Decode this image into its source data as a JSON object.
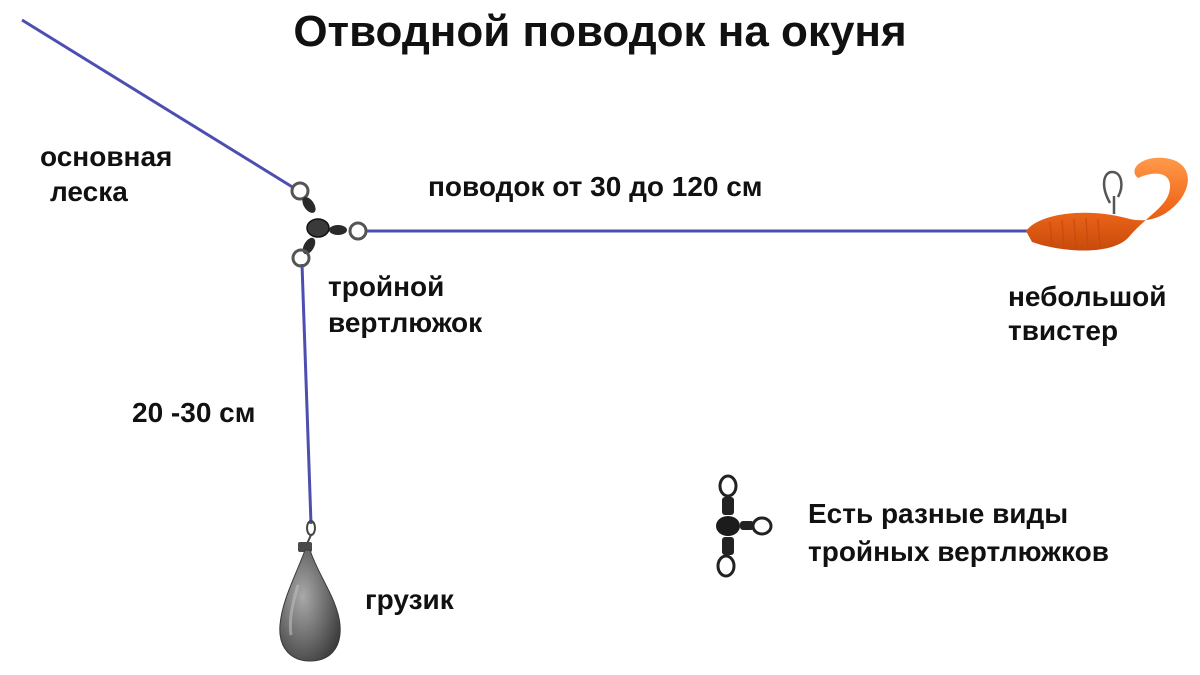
{
  "title": "Отводной поводок на окуня",
  "labels": {
    "main_line": [
      "основная",
      "леска"
    ],
    "leader_length": "поводок от 30 до 120 см",
    "triple_swivel": [
      "тройной",
      "вертлюжок"
    ],
    "twister": [
      "небольшой",
      "твистер"
    ],
    "sinker_length": "20 -30 см",
    "sinker": "грузик",
    "note": [
      "Есть разные виды",
      "тройных вертлюжков"
    ]
  },
  "colors": {
    "line": "#4d4fb0",
    "text": "#111111",
    "twister": "#f26a1b",
    "sinker": "#6e6e6e"
  }
}
